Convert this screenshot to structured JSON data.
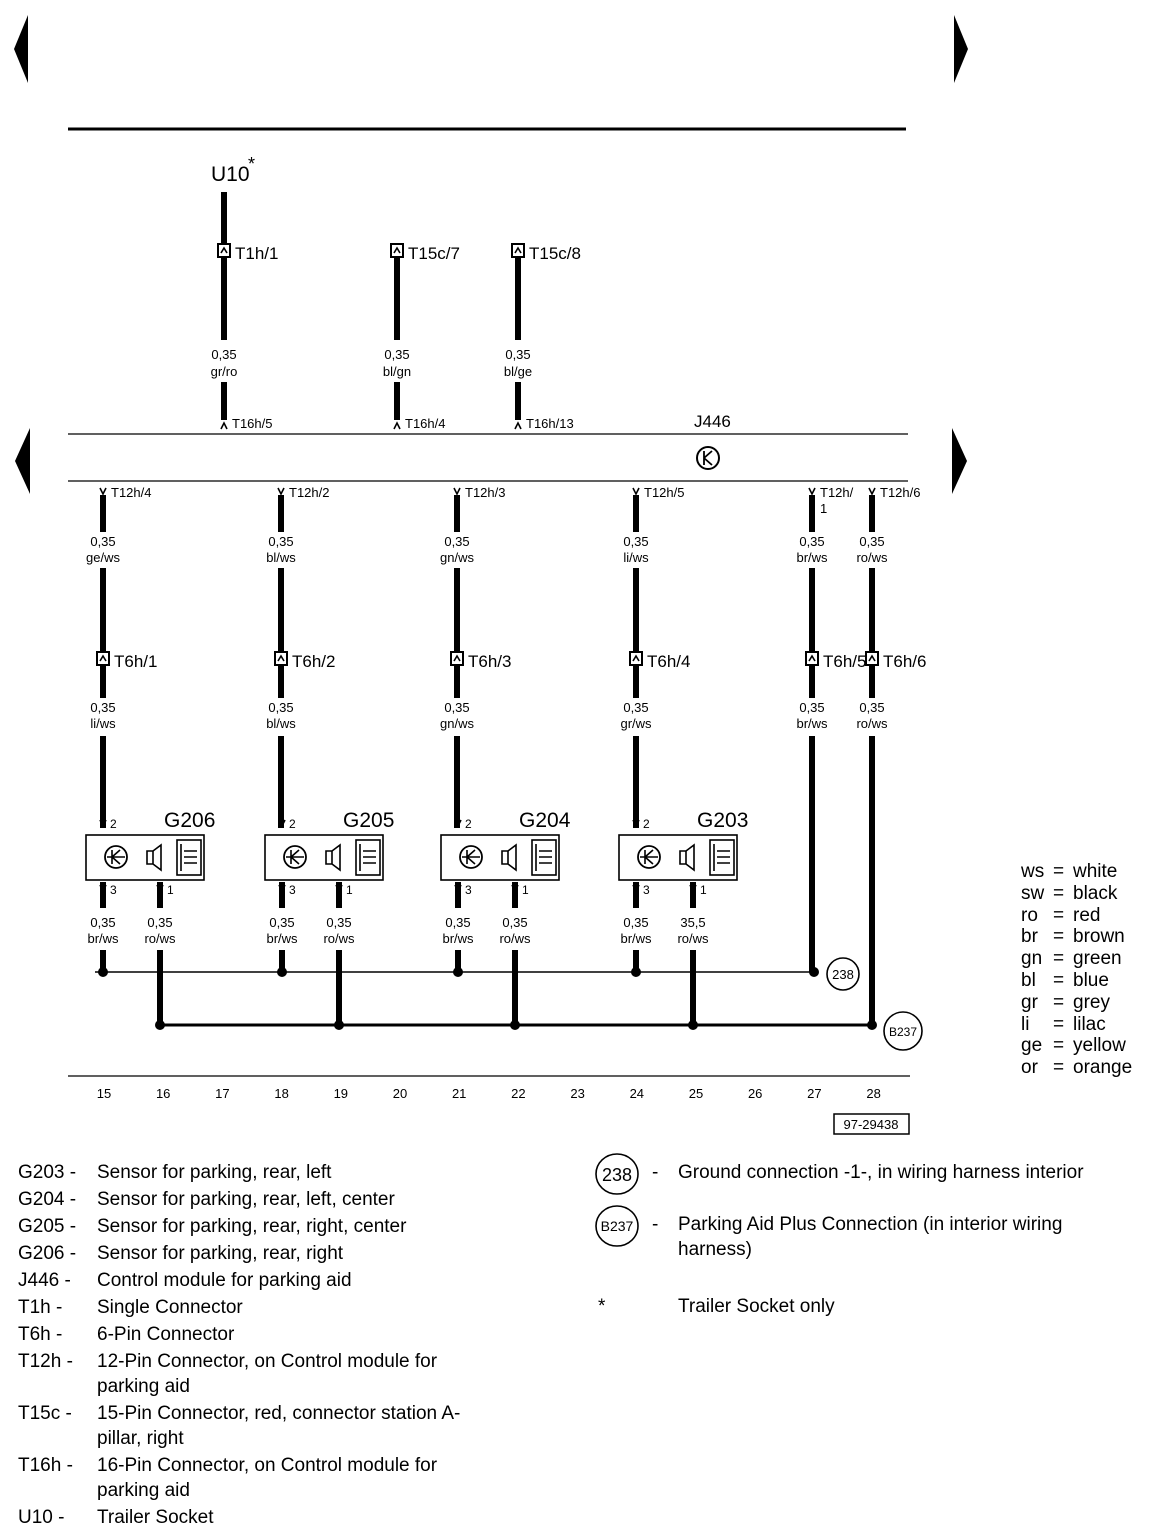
{
  "header": {
    "component": "U10",
    "asterisk": "*",
    "module": "J446"
  },
  "top_wires": [
    {
      "connector": "T1h/1",
      "size": "0,35",
      "color": "gr/ro",
      "module_pin": "T16h/5"
    },
    {
      "connector": "T15c/7",
      "size": "0,35",
      "color": "bl/gn",
      "module_pin": "T16h/4"
    },
    {
      "connector": "T15c/8",
      "size": "0,35",
      "color": "bl/ge",
      "module_pin": "T16h/13"
    }
  ],
  "bottom_wires": [
    {
      "module_pin": "T12h/4",
      "size1": "0,35",
      "color1": "ge/ws",
      "connector": "T6h/1",
      "size2": "0,35",
      "color2": "li/ws"
    },
    {
      "module_pin": "T12h/2",
      "size1": "0,35",
      "color1": "bl/ws",
      "connector": "T6h/2",
      "size2": "0,35",
      "color2": "bl/ws"
    },
    {
      "module_pin": "T12h/3",
      "size1": "0,35",
      "color1": "gn/ws",
      "connector": "T6h/3",
      "size2": "0,35",
      "color2": "gn/ws"
    },
    {
      "module_pin": "T12h/5",
      "size1": "0,35",
      "color1": "li/ws",
      "connector": "T6h/4",
      "size2": "0,35",
      "color2": "gr/ws"
    },
    {
      "module_pin": "T12h/",
      "module_pin2": "1",
      "size1": "0,35",
      "color1": "br/ws",
      "connector": "T6h/5",
      "size2": "0,35",
      "color2": "br/ws"
    },
    {
      "module_pin": "T12h/6",
      "size1": "0,35",
      "color1": "ro/ws",
      "connector": "T6h/6",
      "size2": "0,35",
      "color2": "ro/ws"
    }
  ],
  "sensors": [
    {
      "id": "G206",
      "pin_top": "2",
      "pin_l": "3",
      "pin_r": "1",
      "size_l": "0,35",
      "color_l": "br/ws",
      "size_r": "0,35",
      "color_r": "ro/ws"
    },
    {
      "id": "G205",
      "pin_top": "2",
      "pin_l": "3",
      "pin_r": "1",
      "size_l": "0,35",
      "color_l": "br/ws",
      "size_r": "0,35",
      "color_r": "ro/ws"
    },
    {
      "id": "G204",
      "pin_top": "2",
      "pin_l": "3",
      "pin_r": "1",
      "size_l": "0,35",
      "color_l": "br/ws",
      "size_r": "0,35",
      "color_r": "ro/ws"
    },
    {
      "id": "G203",
      "pin_top": "2",
      "pin_l": "3",
      "pin_r": "1",
      "size_l": "0,35",
      "color_l": "br/ws",
      "size_r": "35,5",
      "color_r": "ro/ws"
    }
  ],
  "grounds": {
    "g1": "238",
    "g2": "B237"
  },
  "track_numbers": [
    "15",
    "16",
    "17",
    "18",
    "19",
    "20",
    "21",
    "22",
    "23",
    "24",
    "25",
    "26",
    "27",
    "28"
  ],
  "figure_id": "97-29438",
  "color_key": [
    {
      "abbr": "ws",
      "name": "white"
    },
    {
      "abbr": "sw",
      "name": "black"
    },
    {
      "abbr": "ro",
      "name": "red"
    },
    {
      "abbr": "br",
      "name": "brown"
    },
    {
      "abbr": "gn",
      "name": "green"
    },
    {
      "abbr": "bl",
      "name": "blue"
    },
    {
      "abbr": "gr",
      "name": "grey"
    },
    {
      "abbr": "li",
      "name": "lilac"
    },
    {
      "abbr": "ge",
      "name": "yellow"
    },
    {
      "abbr": "or",
      "name": "orange"
    }
  ],
  "legend": [
    {
      "code": "G203 -",
      "desc": "Sensor for parking, rear, left"
    },
    {
      "code": "G204 -",
      "desc": "Sensor for parking, rear, left, center"
    },
    {
      "code": "G205 -",
      "desc": "Sensor for parking, rear, right, center"
    },
    {
      "code": "G206 -",
      "desc": "Sensor for parking, rear, right"
    },
    {
      "code": "J446 -",
      "desc": "Control module for parking aid"
    },
    {
      "code": "T1h -",
      "desc": "Single Connector"
    },
    {
      "code": "T6h -",
      "desc": "6-Pin Connector"
    },
    {
      "code": "T12h -",
      "desc": "12-Pin Connector, on Control module for parking aid"
    },
    {
      "code": "T15c -",
      "desc": "15-Pin Connector, red, connector station A-pillar, right"
    },
    {
      "code": "T16h -",
      "desc": "16-Pin Connector, on Control module for parking aid"
    },
    {
      "code": "U10 -",
      "desc": "Trailer Socket"
    }
  ],
  "right_legend": [
    {
      "symbol": "238",
      "dash": "-",
      "desc": "Ground connection -1-, in wiring harness interior"
    },
    {
      "symbol": "B237",
      "dash": "-",
      "desc": "Parking Aid Plus Connection (in interior wiring harness)"
    },
    {
      "symbol": "*",
      "dash": "",
      "desc": "Trailer Socket only"
    }
  ]
}
